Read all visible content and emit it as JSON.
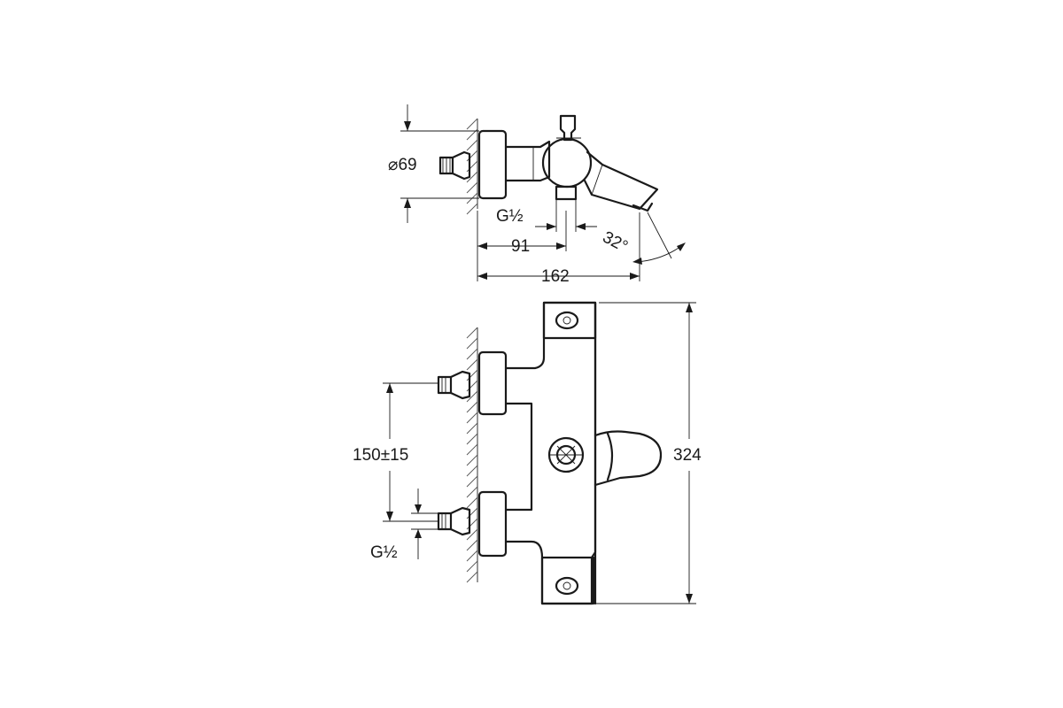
{
  "dimensions": {
    "top_diameter": "⌀69",
    "top_thread": "G½",
    "top_offset": "91",
    "top_length": "162",
    "spout_angle": "32°",
    "front_spacing": "150±15",
    "front_thread": "G½",
    "front_height": "324"
  }
}
